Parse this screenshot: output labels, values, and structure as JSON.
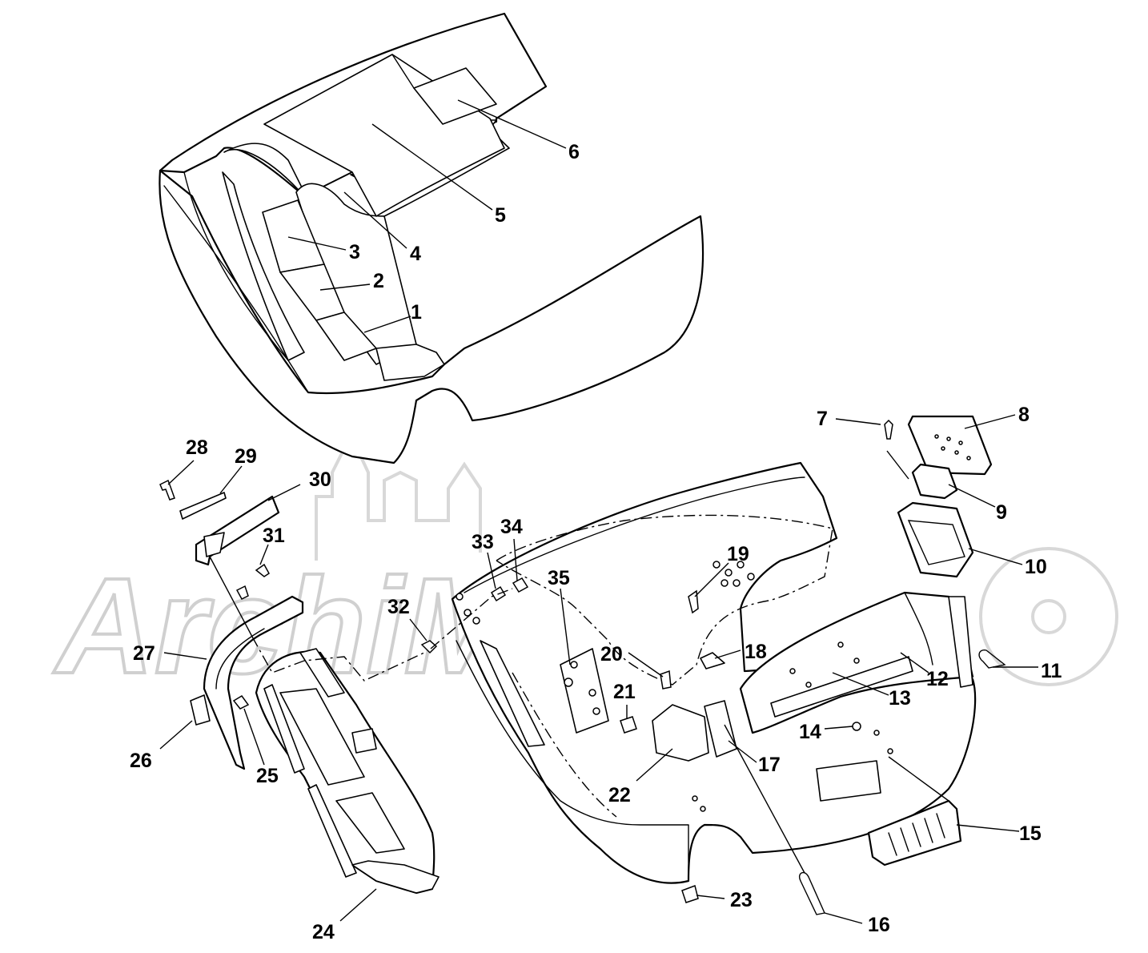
{
  "watermark": {
    "text": "ArchiMoto",
    "color": "#d0d0d0"
  },
  "callouts": [
    {
      "id": "c1",
      "text": "1"
    },
    {
      "id": "c2",
      "text": "2"
    },
    {
      "id": "c3",
      "text": "3"
    },
    {
      "id": "c4",
      "text": "4"
    },
    {
      "id": "c5",
      "text": "5"
    },
    {
      "id": "c6",
      "text": "6"
    },
    {
      "id": "c7",
      "text": "7"
    },
    {
      "id": "c8",
      "text": "8"
    },
    {
      "id": "c9",
      "text": "9"
    },
    {
      "id": "c10",
      "text": "10"
    },
    {
      "id": "c11",
      "text": "11"
    },
    {
      "id": "c12",
      "text": "12"
    },
    {
      "id": "c13",
      "text": "13"
    },
    {
      "id": "c14",
      "text": "14"
    },
    {
      "id": "c15",
      "text": "15"
    },
    {
      "id": "c16",
      "text": "16"
    },
    {
      "id": "c17",
      "text": "17"
    },
    {
      "id": "c18",
      "text": "18"
    },
    {
      "id": "c19",
      "text": "19"
    },
    {
      "id": "c20",
      "text": "20"
    },
    {
      "id": "c21",
      "text": "21"
    },
    {
      "id": "c22",
      "text": "22"
    },
    {
      "id": "c23",
      "text": "23"
    },
    {
      "id": "c24",
      "text": "24"
    },
    {
      "id": "c25",
      "text": "25"
    },
    {
      "id": "c26",
      "text": "26"
    },
    {
      "id": "c27",
      "text": "27"
    },
    {
      "id": "c28",
      "text": "28"
    },
    {
      "id": "c29",
      "text": "29"
    },
    {
      "id": "c30",
      "text": "30"
    },
    {
      "id": "c31",
      "text": "31"
    },
    {
      "id": "c32",
      "text": "32"
    },
    {
      "id": "c33",
      "text": "33"
    },
    {
      "id": "c34",
      "text": "34"
    },
    {
      "id": "c35",
      "text": "35"
    }
  ]
}
